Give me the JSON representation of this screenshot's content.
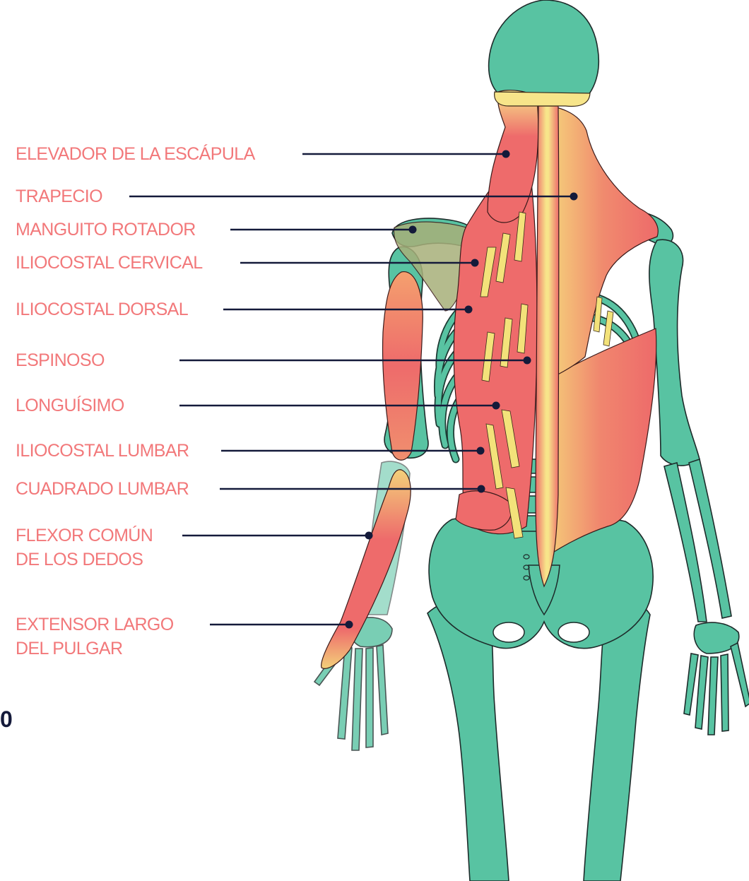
{
  "labels": {
    "elevador": "ELEVADOR DE LA ESCÁPULA",
    "trapecio": "TRAPECIO",
    "manguito": "MANGUITO ROTADOR",
    "ilio_cervical": "ILIOCOSTAL CERVICAL",
    "ilio_dorsal": "ILIOCOSTAL DORSAL",
    "espinoso": "ESPINOSO",
    "longuisimo": "LONGUÍSIMO",
    "ilio_lumbar": "ILIOCOSTAL LUMBAR",
    "cuadrado": "CUADRADO LUMBAR",
    "flexor": [
      "FLEXOR COMÚN",
      "DE LOS DEDOS"
    ],
    "extensor": [
      "EXTENSOR LARGO",
      "DEL PULGAR"
    ]
  },
  "page_number": "0",
  "colors": {
    "label": "#f2787a",
    "bone": "#58c3a2",
    "muscle": "#ee6b6b",
    "tendon": "#f3e27a",
    "leader": "#141a3a"
  }
}
